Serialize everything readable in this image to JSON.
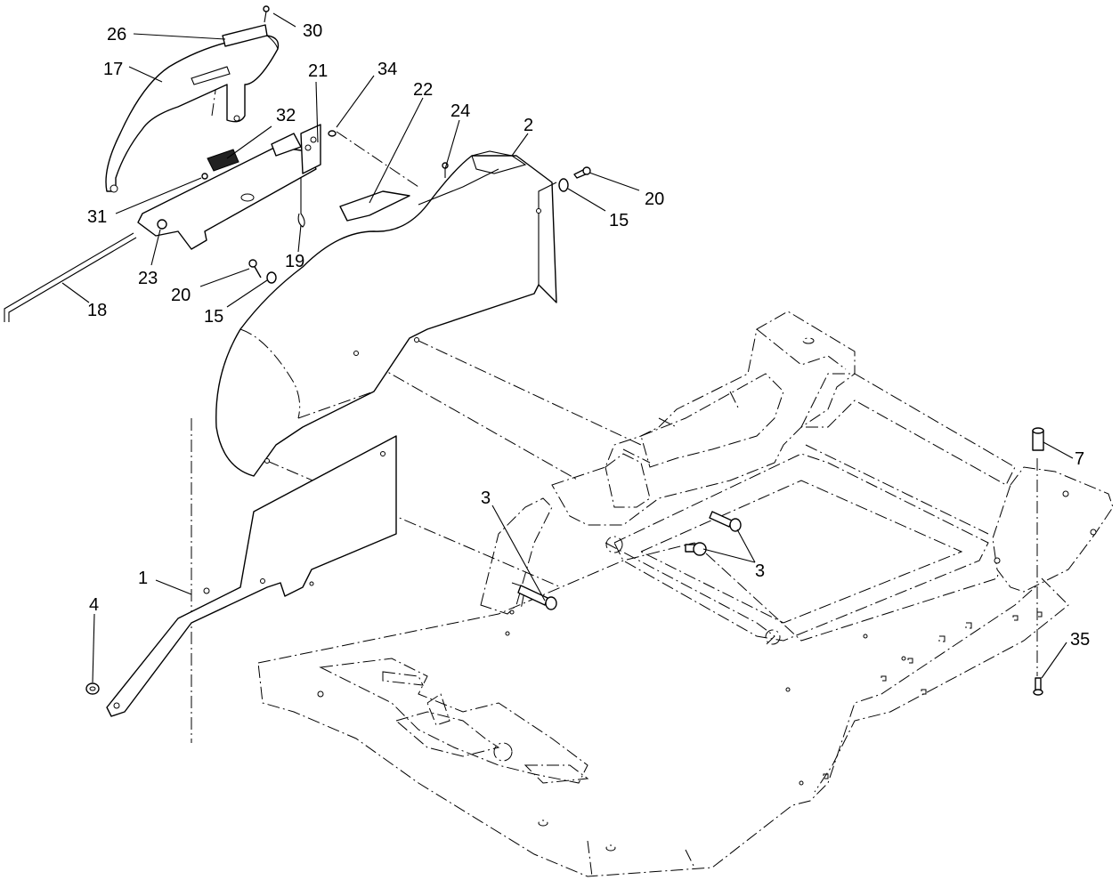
{
  "diagram": {
    "callouts": [
      {
        "id": "c26",
        "label": "26"
      },
      {
        "id": "c30",
        "label": "30"
      },
      {
        "id": "c17",
        "label": "17"
      },
      {
        "id": "c21",
        "label": "21"
      },
      {
        "id": "c34",
        "label": "34"
      },
      {
        "id": "c22",
        "label": "22"
      },
      {
        "id": "c24",
        "label": "24"
      },
      {
        "id": "c32",
        "label": "32"
      },
      {
        "id": "c2",
        "label": "2"
      },
      {
        "id": "c20a",
        "label": "20"
      },
      {
        "id": "c15a",
        "label": "15"
      },
      {
        "id": "c31",
        "label": "31"
      },
      {
        "id": "c23",
        "label": "23"
      },
      {
        "id": "c19",
        "label": "19"
      },
      {
        "id": "c20b",
        "label": "20"
      },
      {
        "id": "c15b",
        "label": "15"
      },
      {
        "id": "c18",
        "label": "18"
      },
      {
        "id": "c7",
        "label": "7"
      },
      {
        "id": "c3a",
        "label": "3"
      },
      {
        "id": "c3b",
        "label": "3"
      },
      {
        "id": "c1",
        "label": "1"
      },
      {
        "id": "c4",
        "label": "4"
      },
      {
        "id": "c35",
        "label": "35"
      }
    ]
  }
}
